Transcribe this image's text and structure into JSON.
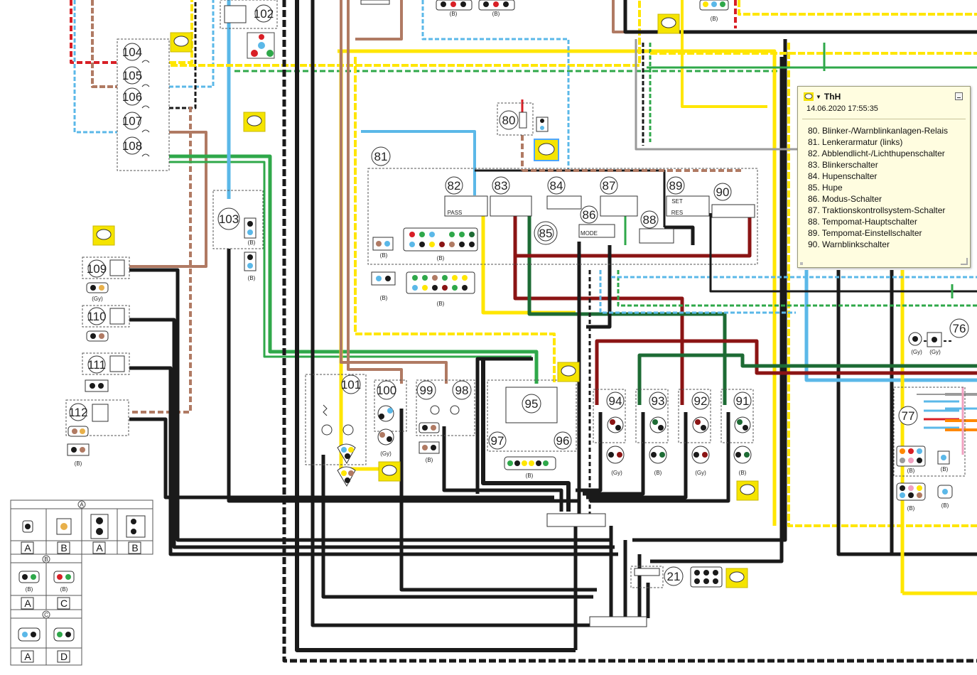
{
  "components": {
    "c104": "104",
    "c105": "105",
    "c106": "106",
    "c107": "107",
    "c108": "108",
    "c102": "102",
    "c103": "103",
    "c109": "109",
    "c110": "110",
    "c111": "111",
    "c112": "112",
    "c101": "101",
    "c100": "100",
    "c99": "99",
    "c98": "98",
    "c95": "95",
    "c97": "97",
    "c96": "96",
    "c94": "94",
    "c93": "93",
    "c92": "92",
    "c91": "91",
    "c80": "80",
    "c81": "81",
    "c82": "82",
    "c83": "83",
    "c84": "84",
    "c85": "85",
    "c86": "86",
    "c87": "87",
    "c88": "88",
    "c89": "89",
    "c90": "90",
    "c76": "76",
    "c77": "77",
    "c21": "21"
  },
  "switch_labels": {
    "pass": "PASS",
    "mode": "MODE",
    "set": "SET",
    "res": "RES"
  },
  "connector_tags": {
    "b": "(B)",
    "gy": "(Gy)"
  },
  "legend": {
    "section_a": "A",
    "section_b": "B",
    "section_c": "C",
    "row1": [
      "A",
      "B",
      "A",
      "B"
    ],
    "row2": [
      "A",
      "C"
    ],
    "row3": [
      "A",
      "D"
    ]
  },
  "note": {
    "author": "ThH",
    "timestamp": "14.06.2020 17:55:35",
    "lines": [
      "80. Blinker-/Warnblinkanlagen-Relais",
      "81. Lenkerarmatur (links)",
      "82. Abblendlicht-/Lichthupenschalter",
      "83. Blinkerschalter",
      "84. Hupenschalter",
      "85. Hupe",
      "86. Modus-Schalter",
      "87. Traktionskontrollsystem-Schalter",
      "88. Tempomat-Hauptschalter",
      "89. Tempomat-Einstellschalter",
      "90. Warnblinkschalter"
    ]
  },
  "colors": {
    "black": "#1a1a1a",
    "brown": "#b07a63",
    "yellow": "#ffe600",
    "blue": "#5bb8e8",
    "green": "#2fa84a",
    "dgreen": "#1d6b34",
    "red": "#d81f26",
    "dred": "#8b1414",
    "gray": "#9a9a9a",
    "note_bg": "#fffde0",
    "comment_icon": "#f5e400"
  },
  "icons": [
    "comment-icon",
    "minimize-icon",
    "resize-grip-icon",
    "fuse-icon",
    "relay-icon",
    "horn-icon",
    "bulb-icon"
  ]
}
